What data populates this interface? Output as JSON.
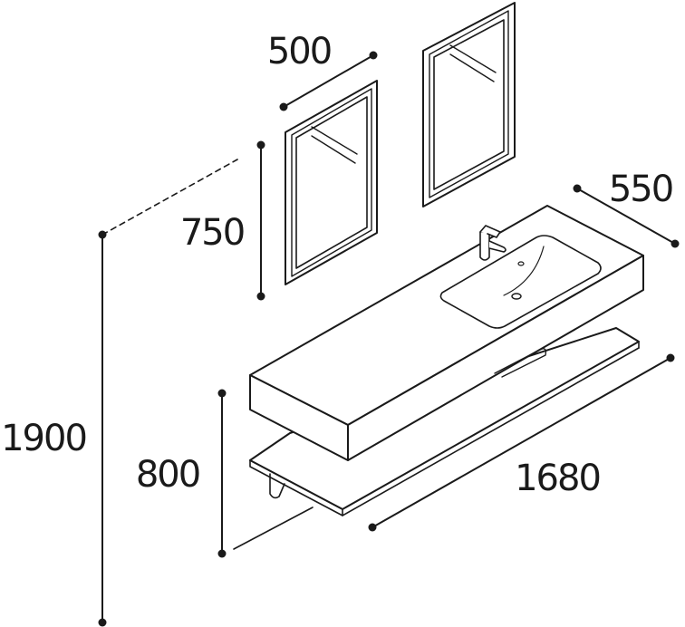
{
  "dimensions": {
    "mirror_width": "500",
    "mirror_height": "750",
    "total_height": "1900",
    "counter_depth": "550",
    "counter_height": "800",
    "counter_length": "1680"
  }
}
